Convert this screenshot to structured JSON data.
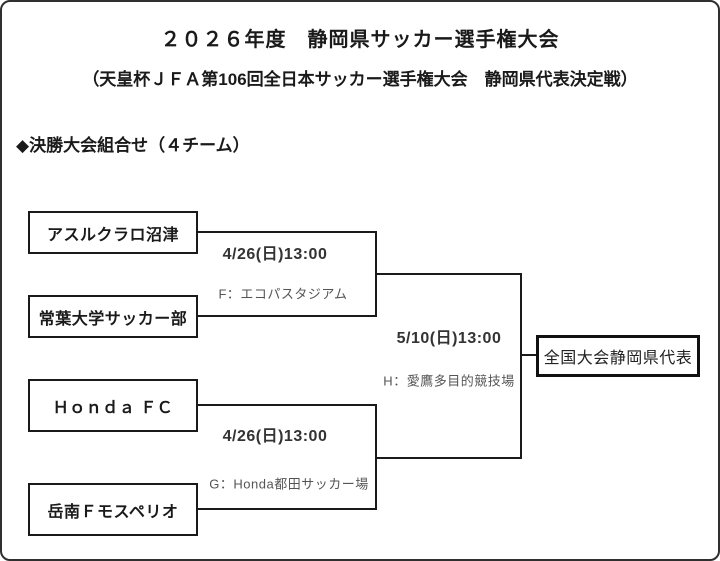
{
  "header": {
    "title": "２０２６年度　静岡県サッカー選手権大会",
    "subtitle": "（天皇杯ＪＦＡ第106回全日本サッカー選手権大会　静岡県代表決定戦）",
    "section_heading": "◆決勝大会組合せ（４チーム）"
  },
  "bracket": {
    "teams": [
      {
        "name": "アスルクラロ沼津"
      },
      {
        "name": "常葉大学サッカー部"
      },
      {
        "name": "Ｈｏｎｄａ ＦＣ"
      },
      {
        "name": "岳南Ｆモスペリオ"
      }
    ],
    "semifinal_f": {
      "datetime": "4/26(日)13:00",
      "venue": "F：エコパスタジアム"
    },
    "semifinal_g": {
      "datetime": "4/26(日)13:00",
      "venue": "G：Honda都田サッカー場"
    },
    "final_h": {
      "datetime": "5/10(日)13:00",
      "venue": "H：愛鷹多目的競技場"
    },
    "winner_label": "全国大会静岡県代表"
  },
  "colors": {
    "text_primary": "#1a1a1a",
    "text_date": "#333333",
    "text_venue": "#555555",
    "line": "#1a1a1a",
    "page_border": "#2f2f2f"
  }
}
